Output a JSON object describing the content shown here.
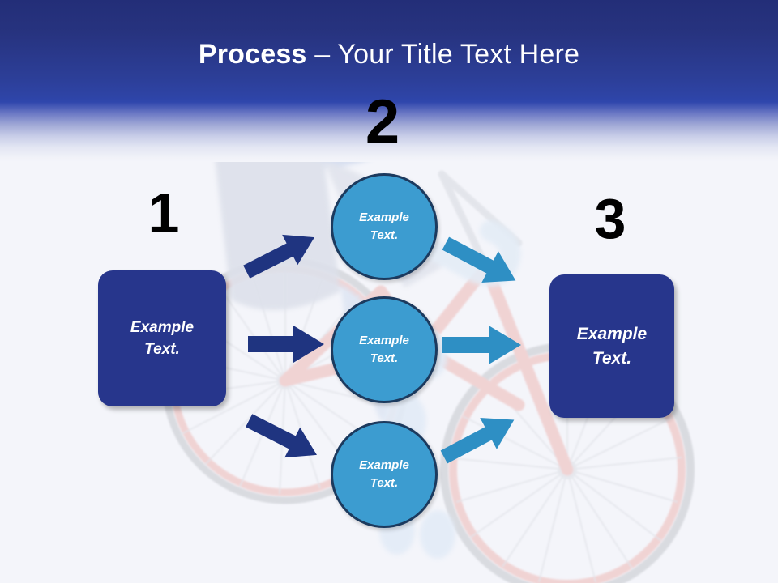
{
  "slide": {
    "title": {
      "bold_part": "Process",
      "rest_part": " – Your Title Text Here"
    },
    "background_color": "#F4F5FA",
    "header_top_color": "#232E78",
    "header_mid_color": "#2F46AC"
  },
  "steps": [
    {
      "number": "1",
      "kind": "box",
      "label": "Example\nText.",
      "label_line1": "Example",
      "label_line2": "Text.",
      "color": "#27368C"
    },
    {
      "number": "2",
      "kind": "circles",
      "color": "#3C9CD0",
      "border_color": "#1C3A5E",
      "items": [
        {
          "label_line1": "Example",
          "label_line2": "Text."
        },
        {
          "label_line1": "Example",
          "label_line2": "Text."
        },
        {
          "label_line1": "Example",
          "label_line2": "Text."
        }
      ]
    },
    {
      "number": "3",
      "kind": "box",
      "label": "Example\nText.",
      "label_line1": "Example",
      "label_line2": "Text.",
      "color": "#27368C"
    }
  ],
  "arrows": {
    "left_color": "#1F3480",
    "right_color": "#2E8FC4",
    "left": [
      {
        "name": "arrow-box1-to-circle1",
        "direction": "up-right"
      },
      {
        "name": "arrow-box1-to-circle2",
        "direction": "right"
      },
      {
        "name": "arrow-box1-to-circle3",
        "direction": "down-right"
      }
    ],
    "right": [
      {
        "name": "arrow-circle1-to-box3",
        "direction": "down-right"
      },
      {
        "name": "arrow-circle2-to-box3",
        "direction": "right"
      },
      {
        "name": "arrow-circle3-to-box3",
        "direction": "up-right"
      }
    ]
  },
  "background_image": {
    "name": "bicycle-cyclist-photo",
    "description": "Faded photo of a person on a salmon-red bicycle",
    "frame_color": "#E8877D",
    "rim_color": "#8E9196",
    "rider_color": "#AEB6CC"
  }
}
